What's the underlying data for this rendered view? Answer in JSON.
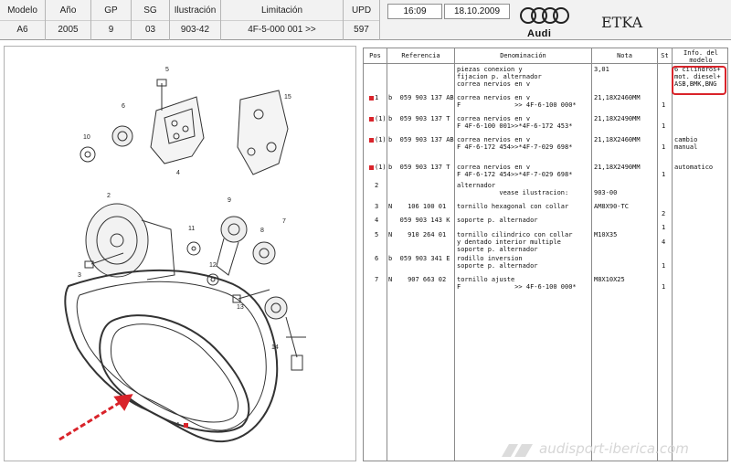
{
  "header": {
    "modelo": {
      "label": "Modelo",
      "value": "A6"
    },
    "ano": {
      "label": "Año",
      "value": "2005"
    },
    "gp": {
      "label": "GP",
      "value": "9"
    },
    "sg": {
      "label": "SG",
      "value": "03"
    },
    "ilustracion": {
      "label": "Ilustración",
      "value": "903-42"
    },
    "limitacion": {
      "label": "Limitación",
      "value": "4F-5-000 001 >>"
    },
    "upd": {
      "label": "UPD",
      "value": "597"
    },
    "time": "16:09",
    "date": "18.10.2009",
    "brand": "Audi",
    "app_title": "ETKA"
  },
  "illustration": {
    "callouts": [
      "5",
      "4",
      "6",
      "10",
      "2",
      "15",
      "3",
      "9",
      "7",
      "8",
      "11",
      "12",
      "13",
      "14",
      "1"
    ],
    "arrow_color": "#d9232a"
  },
  "table": {
    "columns": {
      "pos": "Pos",
      "ref": "Referencia",
      "den": "Denominación",
      "nota": "Nota",
      "st": "St",
      "info": "Info. del\nmodelo"
    },
    "rows": [
      {
        "mark": false,
        "pos": "",
        "ref": "",
        "den": "piezas conexion y\nfijacion p. alternador\ncorrea nervios en v",
        "nota": "3,01",
        "st": "",
        "info": "6 cilindros+\nmot. diesel+\nASB,BMK,BNG"
      },
      {
        "mark": true,
        "pos": "1",
        "ref": "b  059 903 137 AB",
        "den": "correa nervios en v\nF              >> 4F-6-100 000*",
        "nota": "21,18X2460MM",
        "st": "1",
        "info": ""
      },
      {
        "mark": true,
        "pos": "(1)",
        "ref": "b  059 903 137 T",
        "den": "correa nervios en v\nF 4F-6-100 001>>*4F-6-172 453*",
        "nota": "21,18X2490MM",
        "st": "1",
        "info": ""
      },
      {
        "mark": true,
        "pos": "(1)",
        "ref": "b  059 903 137 AB",
        "den": "correa nervios en v\nF 4F-6-172 454>>*4F-7-029 698*",
        "nota": "21,18X2460MM",
        "st": "1",
        "info": "cambio\nmanual"
      },
      {
        "mark": true,
        "pos": "(1)",
        "ref": "b  059 903 137 T",
        "den": "correa nervios en v\nF 4F-6-172 454>>*4F-7-029 698*",
        "nota": "21,18X2490MM",
        "st": "1",
        "info": "automatico"
      },
      {
        "mark": false,
        "pos": "2",
        "ref": "",
        "den": "alternador\n           vease ilustracion:",
        "nota": "\n903-00",
        "st": "",
        "info": ""
      },
      {
        "mark": false,
        "pos": "3",
        "ref": "N    106 100 01",
        "den": "tornillo hexagonal con collar",
        "nota": "AM8X90-TC",
        "st": "2",
        "info": ""
      },
      {
        "mark": false,
        "pos": "4",
        "ref": "   059 903 143 K",
        "den": "soporte p. alternador",
        "nota": "",
        "st": "1",
        "info": ""
      },
      {
        "mark": false,
        "pos": "5",
        "ref": "N    910 264 01",
        "den": "tornillo cilindrico con collar\ny dentado interior multiple\nsoporte p. alternador",
        "nota": "M10X35",
        "st": "4",
        "info": ""
      },
      {
        "mark": false,
        "pos": "6",
        "ref": "b  059 903 341 E",
        "den": "rodillo inversion\nsoporte p. alternador",
        "nota": "",
        "st": "1",
        "info": ""
      },
      {
        "mark": false,
        "pos": "7",
        "ref": "N    907 663 02",
        "den": "tornillo ajuste\nF              >> 4F-6-100 000*",
        "nota": "M8X10X25",
        "st": "1",
        "info": ""
      }
    ]
  },
  "watermark": "audisport-iberica.com",
  "colors": {
    "highlight_red": "#d9232a",
    "header_bg": "#f2f2f2"
  }
}
